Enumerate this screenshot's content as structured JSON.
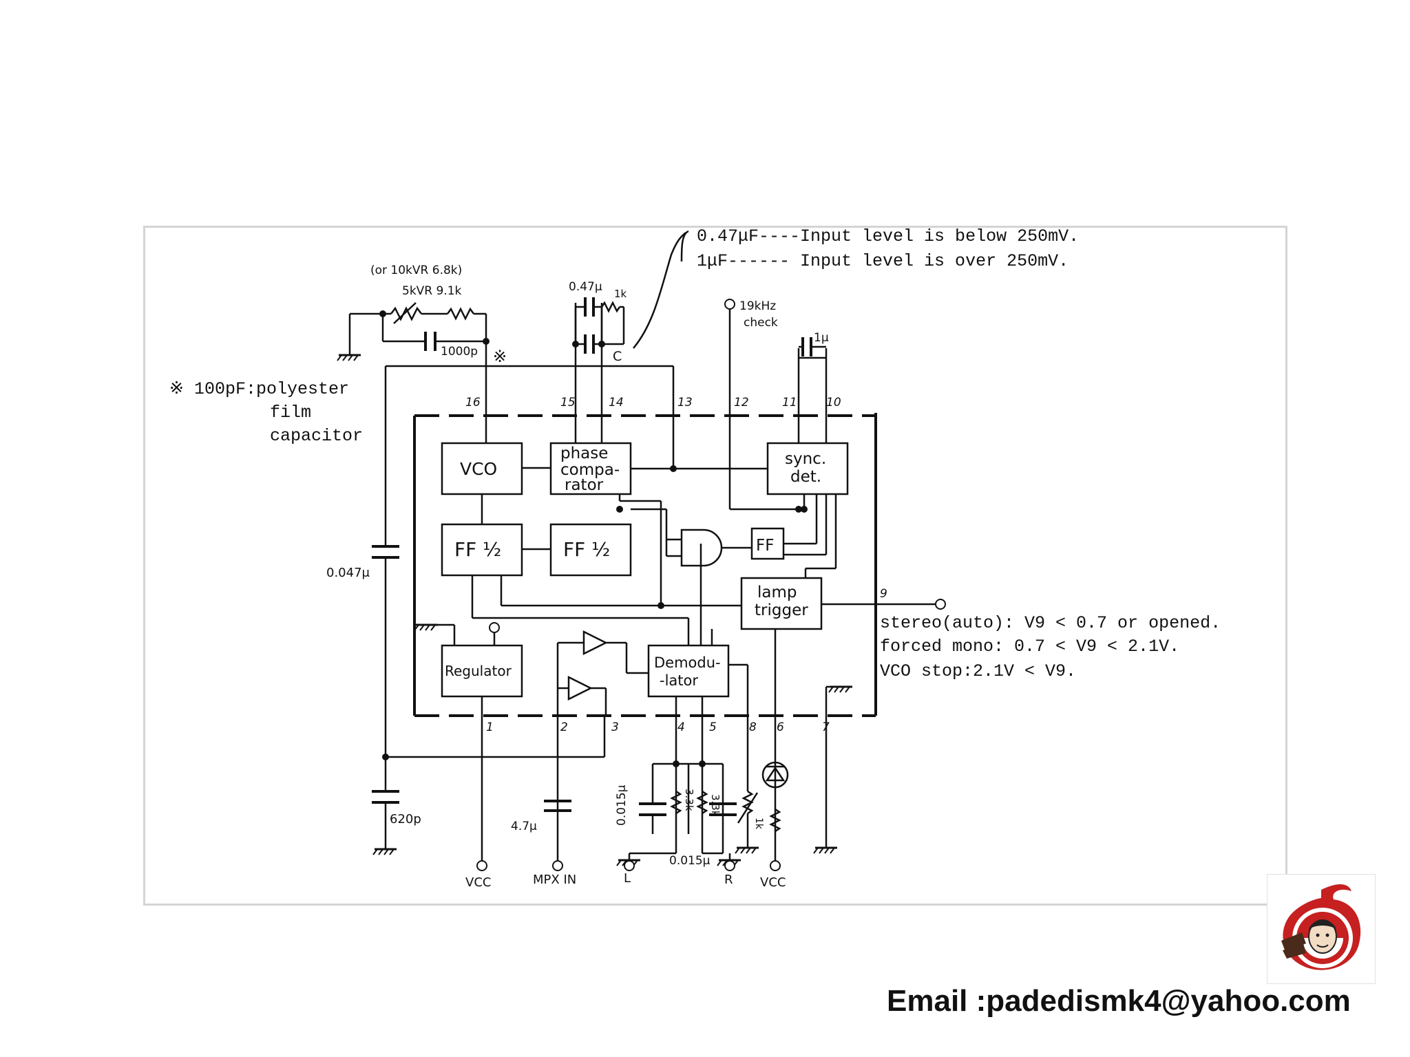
{
  "note_top": {
    "line1": "0.47μF----Input level is below 250mV.",
    "line2": "1μF------ Input level is over 250mV."
  },
  "note_capacitor": {
    "line1": "※ 100pF:polyester",
    "line2": "film",
    "line3": "capacitor"
  },
  "vr_labels": {
    "alt": "(or 10kVR 6.8k)",
    "main": "5kVR  9.1k",
    "cap": "1000p",
    "mark": "※"
  },
  "top_parts": {
    "cap": "0.47μ",
    "res": "1k",
    "node": "C",
    "check": "19kHz",
    "check2": "check",
    "cap2": "1μ"
  },
  "blocks": {
    "vco": "VCO",
    "phase1": "phase",
    "phase2": "compa-",
    "phase3": "rator",
    "sync1": "sync.",
    "sync2": "det.",
    "ff_half_a": "FF ½",
    "ff_half_b": "FF ½",
    "ff": "FF",
    "lamp1": "lamp",
    "lamp2": "trigger",
    "regulator": "Regulator",
    "demod1": "Demodu-",
    "demod2": "-lator"
  },
  "pins": {
    "p16": "16",
    "p15": "15",
    "p14": "14",
    "p13": "13",
    "p12": "12",
    "p11": "11",
    "p10": "10",
    "p9": "9",
    "p1": "1",
    "p2": "2",
    "p3": "3",
    "p4": "4",
    "p5": "5",
    "p8": "8",
    "p6": "6",
    "p7": "7"
  },
  "left_parts": {
    "cap047": "0.047μ",
    "cap620": "620p"
  },
  "bottom_parts": {
    "cap47": "4.7μ",
    "cap015a": "0.015μ",
    "res33a": "3.3k",
    "res33b": "3.3k",
    "cap015b": "0.015μ",
    "res1k": "1k"
  },
  "bottom_labels": {
    "vcc1": "VCC",
    "mpx": "MPX IN",
    "l": "L",
    "r": "R",
    "vcc2": "VCC"
  },
  "notes_right": {
    "line1": "stereo(auto): V9 < 0.7 or opened.",
    "line2": "forced mono: 0.7 < V9 < 2.1V.",
    "line3": "VCO stop:2.1V < V9."
  },
  "footer": {
    "email": "Email :padedismk4@yahoo.com"
  }
}
